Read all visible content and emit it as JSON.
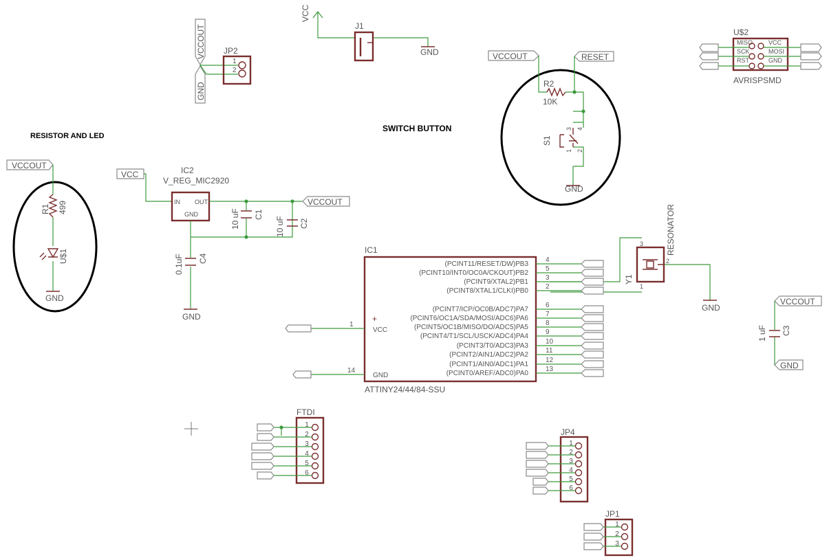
{
  "headings": {
    "resistor_led": "RESISTOR AND LED",
    "switch_button": "SWITCH BUTTON"
  },
  "nets": {
    "vcc": "VCC",
    "vccout": "VCCOUT",
    "gnd": "GND",
    "reset": "RESET"
  },
  "parts": {
    "jp2": "JP2",
    "j1": "J1",
    "ic2_name": "IC2",
    "ic2_value": "V_REG_MIC2920",
    "ic2_in": "IN",
    "ic2_out": "OUT",
    "ic2_gnd": "GND",
    "c1": "C1",
    "c1_value": "10 uF",
    "c2": "C2",
    "c2_value": "10 uF",
    "c3": "C3",
    "c3_value": "1 uF",
    "c4": "C4",
    "c4_value": "0.1uF",
    "r1": "R1",
    "r1_value": "499",
    "r2": "R2",
    "r2_value": "10K",
    "led": "U$1",
    "s1": "S1",
    "u2": "U$2",
    "u2_value": "AVRISPSMD",
    "u2_pins": [
      "MISO",
      "SCK",
      "RST",
      "VCC",
      "MOSI",
      "GND"
    ],
    "y1": "Y1",
    "resonator": "RESONATOR",
    "ic1": "IC1",
    "ic1_value": "ATTINY24/44/84-SSU",
    "ic1_vcc": "VCC",
    "ic1_gnd": "GND",
    "ic1_vcc_pin": "1",
    "ic1_gnd_pin": "14",
    "ftdi": "FTDI",
    "jp4": "JP4",
    "jp1": "JP1"
  },
  "ic1_pins": [
    {
      "label": "(PCINT11/RESET/DW)PB3",
      "num": "4"
    },
    {
      "label": "(PCINT10/INT0/OC0A/CKOUT)PB2",
      "num": "5"
    },
    {
      "label": "(PCINT9/XTAL2)PB1",
      "num": "3"
    },
    {
      "label": "(PCINT8/XTAL1/CLKI)PB0",
      "num": "2"
    },
    {
      "label": "(PCINT7/ICP/OC0B/ADC7)PA7",
      "num": "6"
    },
    {
      "label": "(PCINT6/OC1A/SDA/MOSI/ADC6)PA6",
      "num": "7"
    },
    {
      "label": "(PCINT5/OC1B/MISO/DO/ADC5)PA5",
      "num": "8"
    },
    {
      "label": "(PCINT4/T1/SCL/USCK/ADC4)PA4",
      "num": "9"
    },
    {
      "label": "(PCINT3/T0/ADC3)PA3",
      "num": "10"
    },
    {
      "label": "(PCINT2/AIN1/ADC2)PA2",
      "num": "11"
    },
    {
      "label": "(PCINT1/AIN0/ADC1)PA1",
      "num": "12"
    },
    {
      "label": "(PCINT0/AREF/ADC0)PA0",
      "num": "13"
    }
  ],
  "pin_numbers": [
    "1",
    "2",
    "3",
    "4",
    "5",
    "6"
  ],
  "s1_pins": [
    "3",
    "4",
    "1",
    "2"
  ],
  "y1_pins": [
    "3",
    "2",
    "1"
  ],
  "colors": {
    "wire": "#3c9a3c",
    "symbol": "#7a2d2d",
    "label": "#555555",
    "highlight": "#000000"
  }
}
